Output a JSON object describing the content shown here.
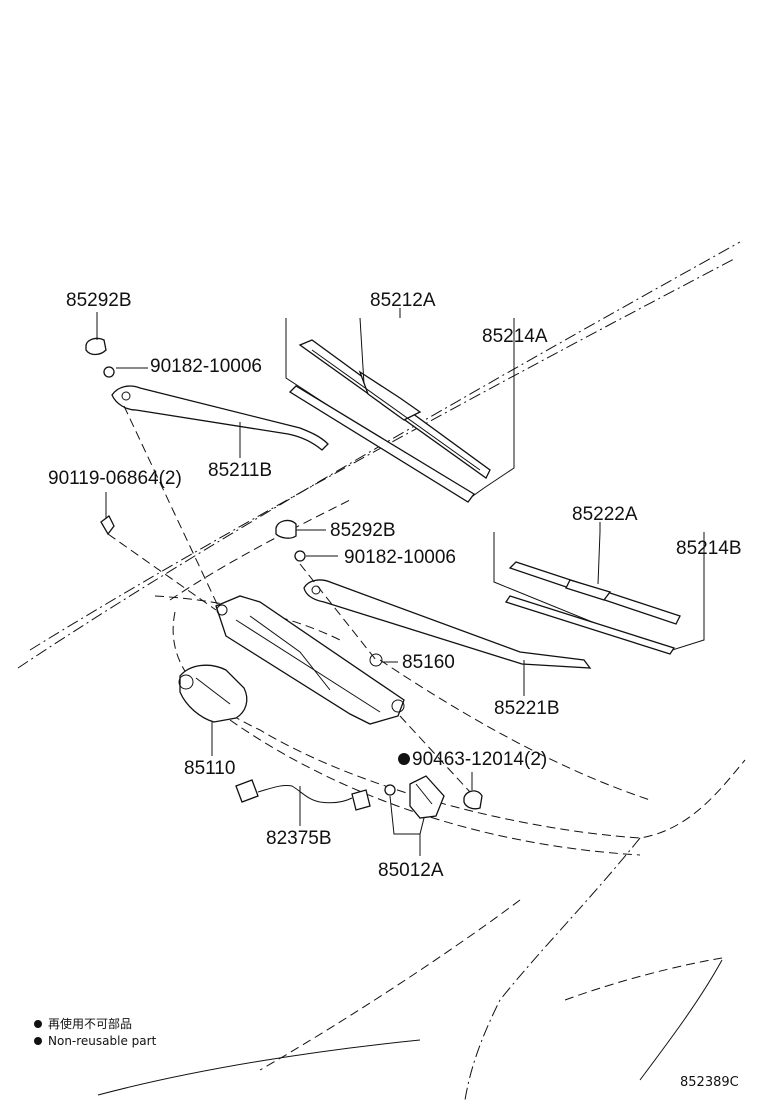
{
  "labels": {
    "p85292B_top": "85292B",
    "p90182_top": "90182-10006",
    "p85211B": "85211B",
    "p90119": "90119-06864(2)",
    "p85212A": "85212A",
    "p85214A": "85214A",
    "p85292B_mid": "85292B",
    "p90182_mid": "90182-10006",
    "p85222A": "85222A",
    "p85214B": "85214B",
    "p85160": "85160",
    "p85221B": "85221B",
    "p85110": "85110",
    "p90463": "90463-12014(2)",
    "p82375B": "82375B",
    "p85012A": "85012A"
  },
  "legend": {
    "line1": "再使用不可部品",
    "line2": "Non-reusable part"
  },
  "diagram_code": "852389C"
}
